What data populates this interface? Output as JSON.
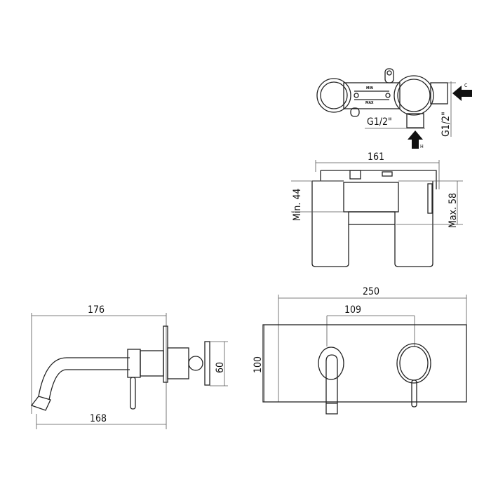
{
  "top_view": {
    "min_label": "MIN",
    "max_label": "MAX",
    "outlet_thread": "G1/2\"",
    "inlet_thread": "G1/2\"",
    "cold_arrow": "C",
    "hot_arrow": "H"
  },
  "body_view": {
    "width": "161",
    "min_depth": "Min. 44",
    "max_depth": "Max. 58"
  },
  "side_view": {
    "overall_projection": "176",
    "spout_projection": "168",
    "plate_height": "60"
  },
  "front_view": {
    "plate_width": "250",
    "centre_distance": "109",
    "plate_height": "100"
  },
  "colors": {
    "line": "#222222",
    "background": "#ffffff"
  }
}
